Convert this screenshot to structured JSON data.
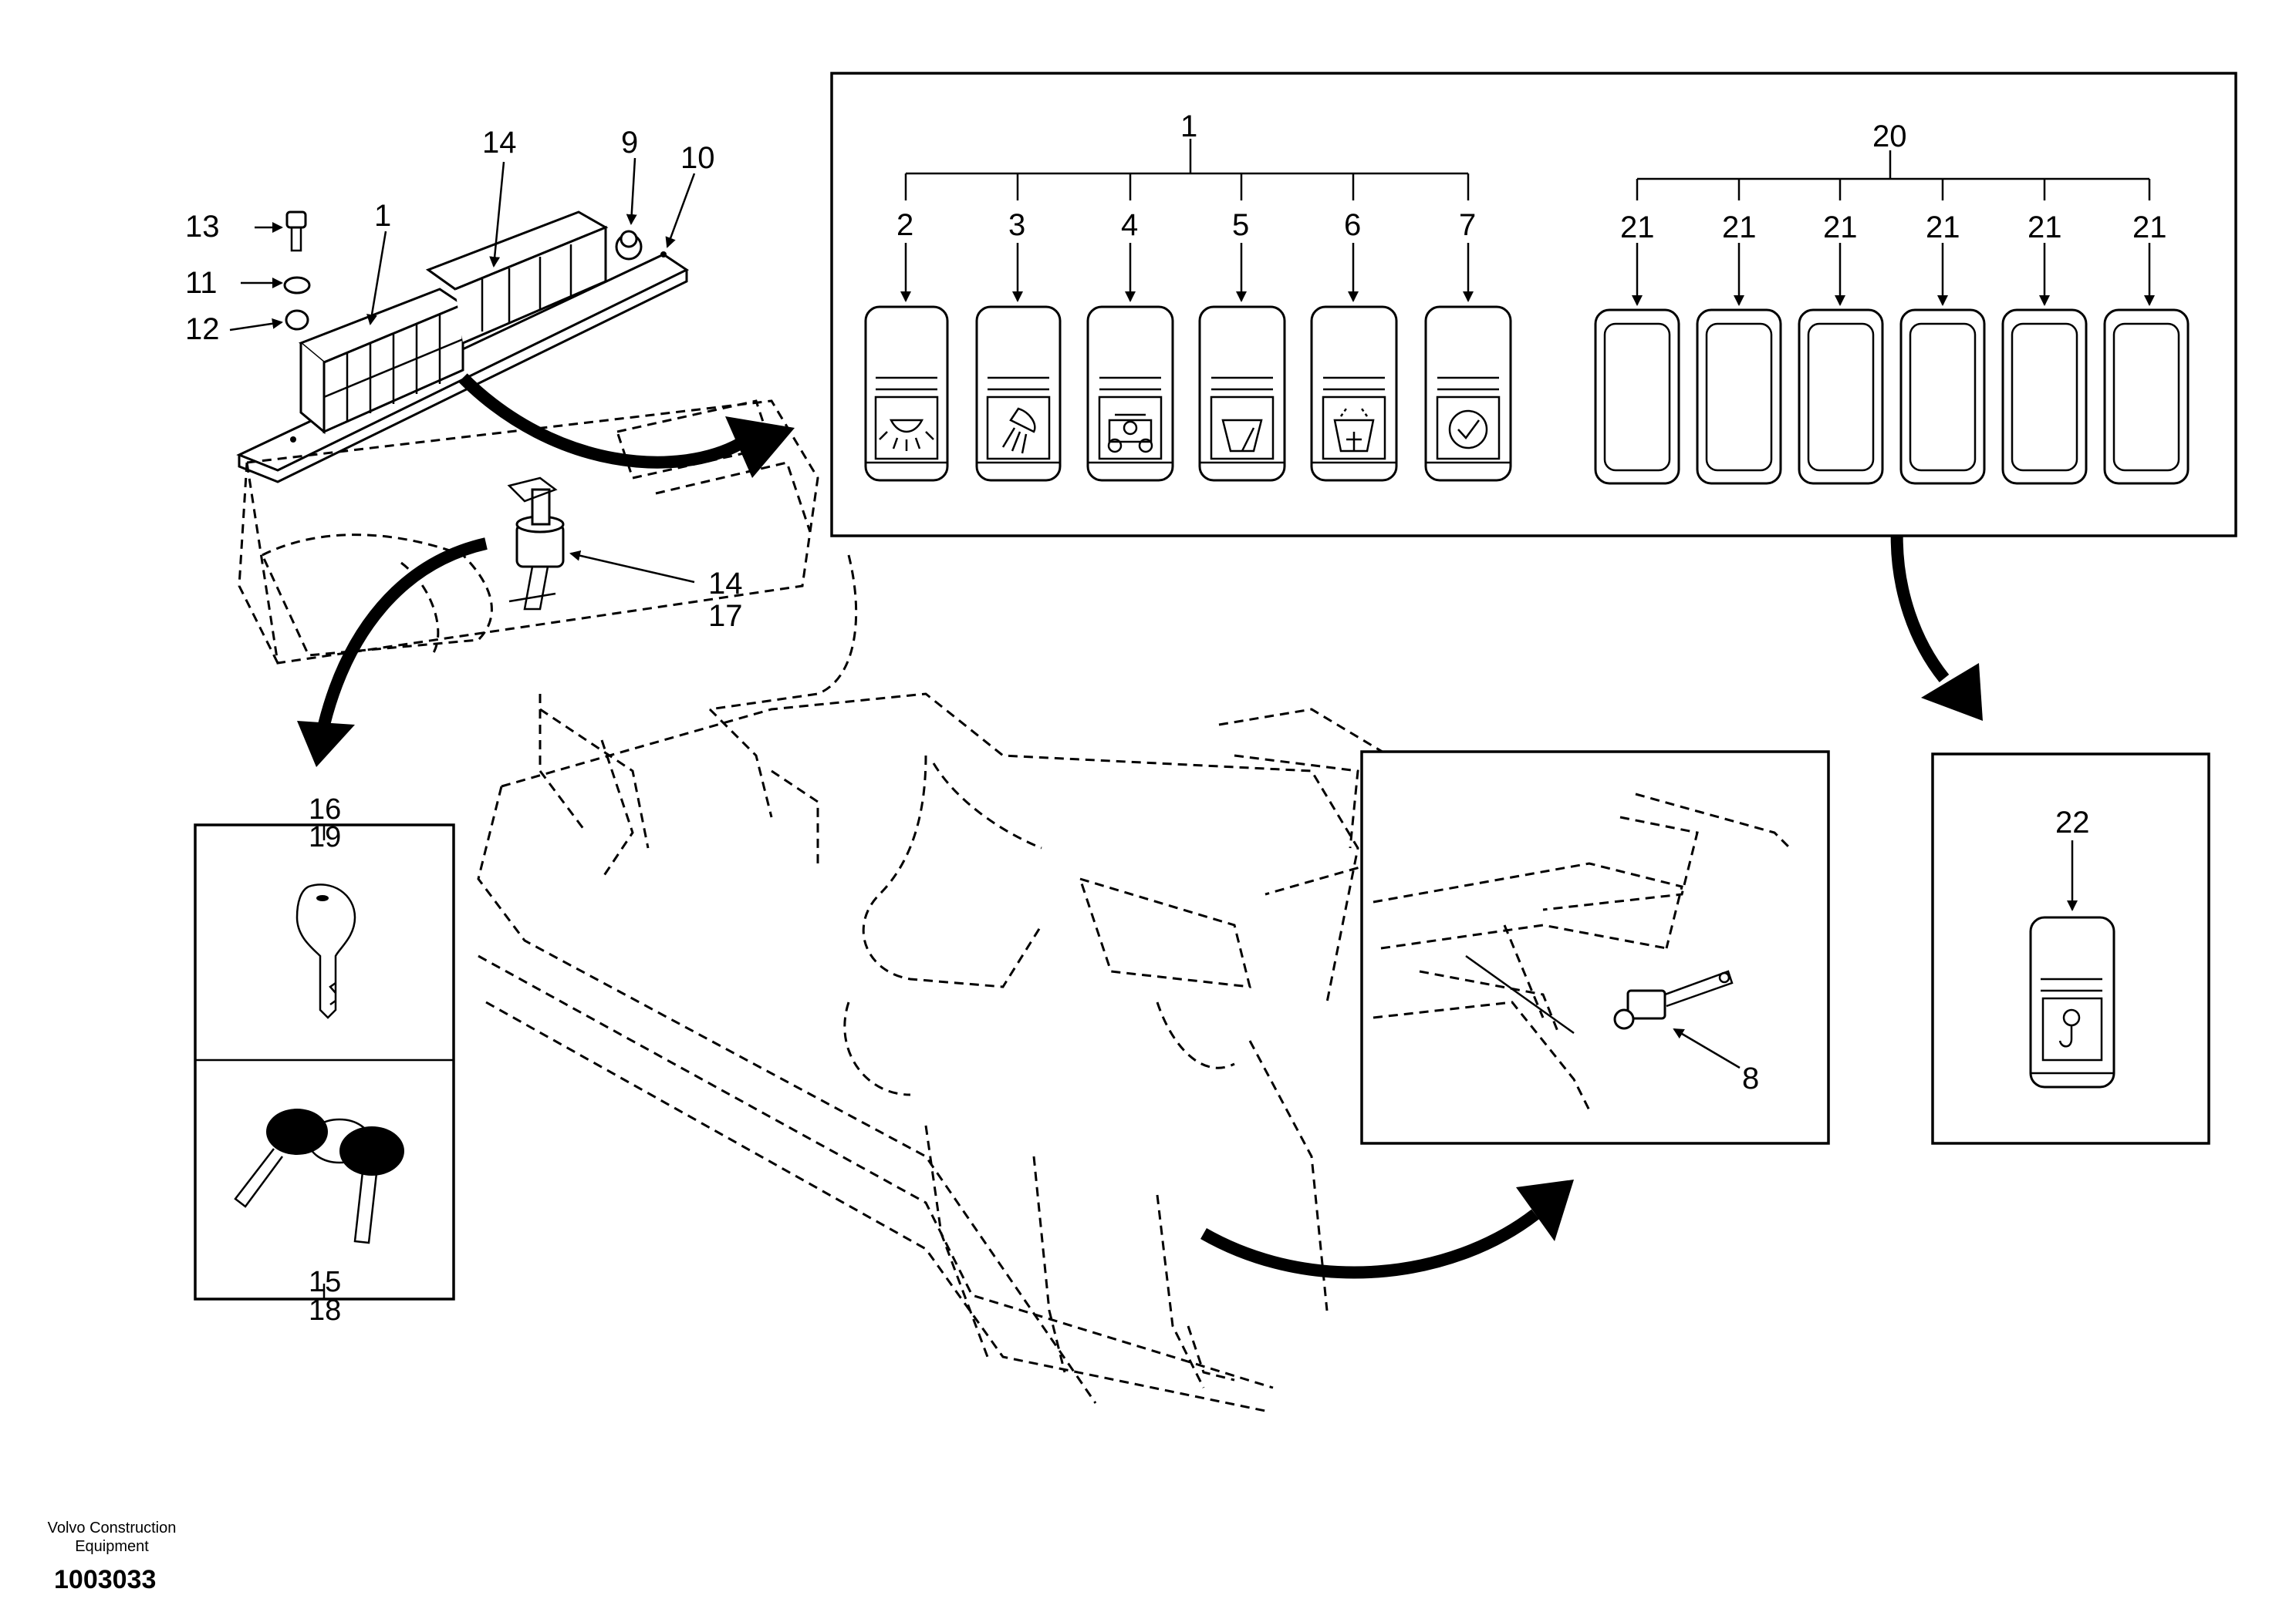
{
  "footer": {
    "brand_line1": "Volvo Construction",
    "brand_line2": "Equipment",
    "drawing_number": "1003033"
  },
  "callouts": {
    "c1_panel": "1",
    "c14_panel": "14",
    "c9": "9",
    "c10": "10",
    "c13": "13",
    "c11": "11",
    "c12": "12",
    "c14_ignition": "14",
    "c17": "17",
    "c1_top": "1",
    "c2": "2",
    "c3": "3",
    "c4": "4",
    "c5": "5",
    "c6": "6",
    "c7": "7",
    "c20": "20",
    "c21": [
      "21",
      "21",
      "21",
      "21",
      "21",
      "21"
    ],
    "c16": "16",
    "c19": "19",
    "c15": "15",
    "c18": "18",
    "c8": "8",
    "c22": "22"
  },
  "icons": {
    "switch_icons": [
      "work-light-icon",
      "cab-light-icon",
      "travel-alarm-icon",
      "wiper-icon",
      "washer-icon",
      "check-icon"
    ],
    "blank_switches": 6,
    "hook_icon": "hook-icon"
  }
}
